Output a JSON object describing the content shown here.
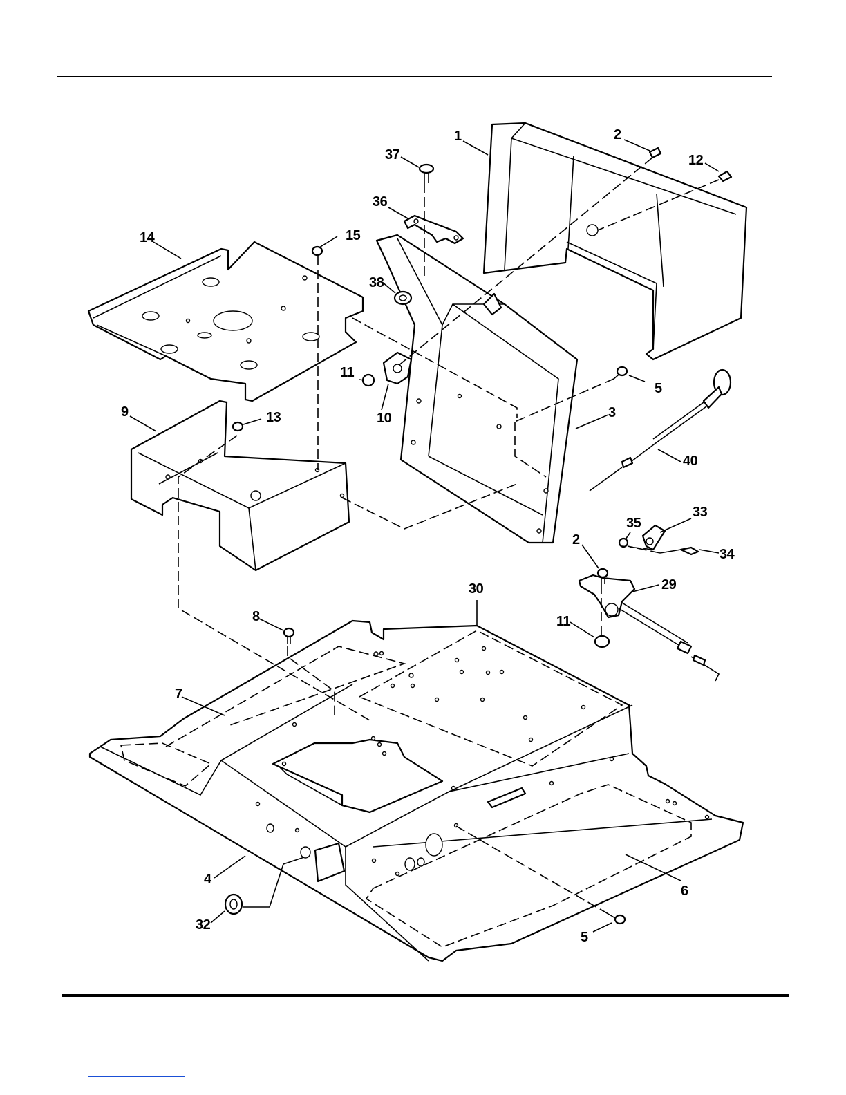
{
  "callouts": {
    "c1": "1",
    "c2a": "2",
    "c2b": "2",
    "c3": "3",
    "c4": "4",
    "c5a": "5",
    "c5b": "5",
    "c6": "6",
    "c7": "7",
    "c8": "8",
    "c9": "9",
    "c10": "10",
    "c11a": "11",
    "c11b": "11",
    "c12": "12",
    "c13": "13",
    "c14": "14",
    "c15": "15",
    "c29": "29",
    "c30": "30",
    "c32": "32",
    "c33": "33",
    "c34": "34",
    "c35": "35",
    "c36": "36",
    "c37": "37",
    "c38": "38",
    "c40": "40"
  }
}
